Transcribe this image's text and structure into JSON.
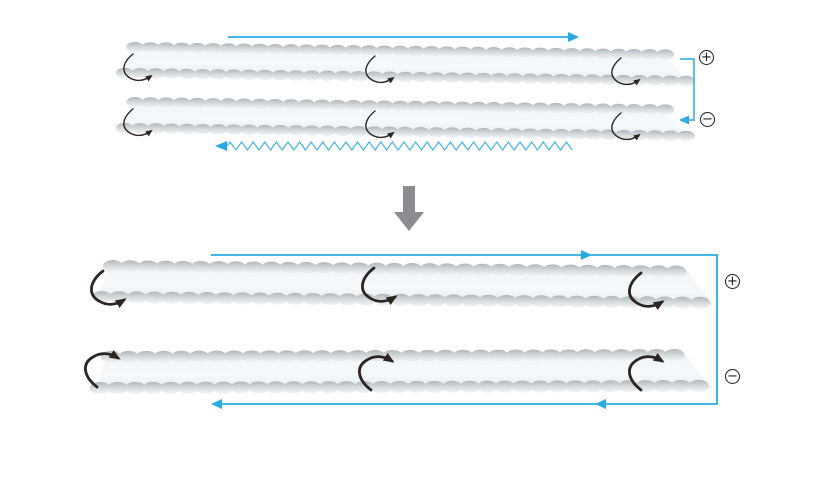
{
  "colors": {
    "background": "#ffffff",
    "accent_blue": "#29abe2",
    "zigzag_blue": "#45b5e8",
    "arrow_black": "#2b2523",
    "transform_arrow_gray": "#8a8c8f",
    "filament_body": "#f4f7fa",
    "filament_bead": "#b0b6ba",
    "polarity_ink": "#1c1c1c"
  },
  "top_panel": {
    "filament_count": 2,
    "twist_arrows_per_filament": 3,
    "plus_label": "+",
    "minus_label": "−",
    "icons": {
      "forward_arrow": "straight-blue-arrow-right",
      "return_arrow": "zigzag-blue-arrow-left",
      "bracket": "blue-polarity-bracket",
      "twist_arrow": "small-black-s-curve-arrow"
    }
  },
  "transition": {
    "icon": "gray-down-arrow"
  },
  "bottom_panel": {
    "filament_count": 2,
    "twist_arrows_per_filament": 3,
    "plus_label": "+",
    "minus_label": "−",
    "icons": {
      "loop_arrow": "blue-circulation-loop",
      "twist_arrow": "bold-black-s-curve-arrow"
    }
  }
}
